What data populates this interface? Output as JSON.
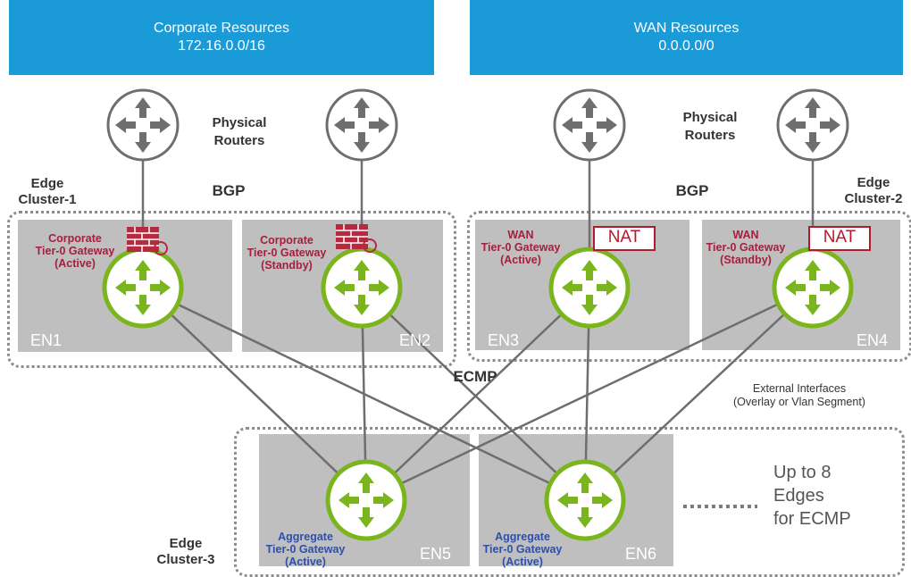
{
  "banners": {
    "corporate": {
      "title": "Corporate Resources",
      "subnet": "172.16.0.0/16"
    },
    "wan": {
      "title": "WAN Resources",
      "subnet": "0.0.0.0/0"
    }
  },
  "labels": {
    "physical_routers_left": "Physical\nRouters",
    "physical_routers_right": "Physical\nRouters",
    "bgp_left": "BGP",
    "bgp_right": "BGP",
    "ecmp": "ECMP",
    "external_interfaces": "External Interfaces\n(Overlay or Vlan Segment)",
    "up_to": "Up to 8\nEdges\nfor ECMP"
  },
  "clusters": {
    "c1": "Edge\nCluster-1",
    "c2": "Edge\nCluster-2",
    "c3": "Edge\nCluster-3"
  },
  "edges": {
    "en1": {
      "name": "EN1",
      "gateway": "Corporate\nTier-0 Gateway\n(Active)"
    },
    "en2": {
      "name": "EN2",
      "gateway": "Corporate\nTier-0 Gateway\n(Standby)"
    },
    "en3": {
      "name": "EN3",
      "gateway": "WAN\nTier-0 Gateway\n(Active)",
      "nat": "NAT"
    },
    "en4": {
      "name": "EN4",
      "gateway": "WAN\nTier-0 Gateway\n(Standby)",
      "nat": "NAT"
    },
    "en5": {
      "name": "EN5",
      "gateway": "Aggregate\nTier-0 Gateway\n(Active)"
    },
    "en6": {
      "name": "EN6",
      "gateway": "Aggregate\nTier-0 Gateway\n(Active)"
    }
  },
  "icons": {
    "physical_router": "physical-router-icon",
    "tier0_gateway": "tier0-gateway-icon",
    "firewall": "firewall-icon"
  },
  "colors": {
    "banner": "#1a9ad6",
    "gateway_green": "#7ab51d",
    "router_gray": "#6e6e6e",
    "corporate_label": "#a3203f",
    "aggregate_label": "#2f4fa8",
    "nat_red": "#b01c2e",
    "edge_box": "#bfbfbf"
  }
}
